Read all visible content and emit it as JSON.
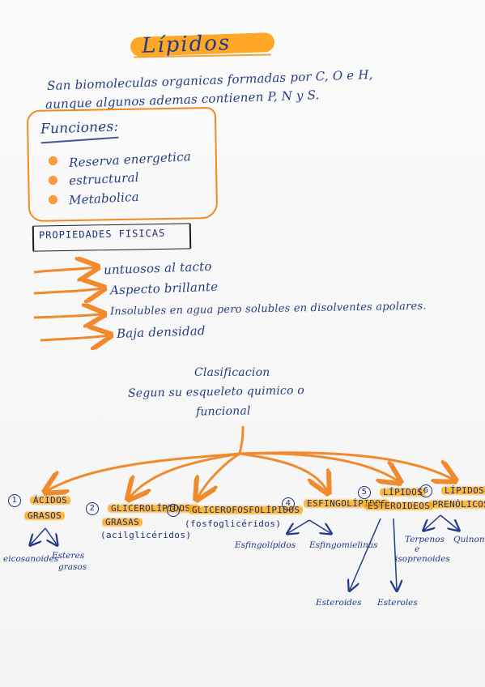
{
  "title": "Lípidos",
  "intro": {
    "line1": "San biomoleculas organicas formadas por C, O e H,",
    "line2": "aunque algunos ademas contienen P, N y S."
  },
  "funciones": {
    "title": "Funciones:",
    "items": [
      "Reserva energetica",
      "estructural",
      "Metabolica"
    ]
  },
  "propiedades": {
    "title": "PROPIEDADES FISICAS",
    "items": [
      "untuosos al tacto",
      "Aspecto brillante",
      "Insolubles en agua pero solubles en disolventes apolares.",
      "Baja densidad"
    ]
  },
  "clasificacion": {
    "title": "Clasificacion",
    "subtitle_line1": "Segun su esqueleto quimico o",
    "subtitle_line2": "funcional"
  },
  "categorias": [
    {
      "num": "1",
      "line1": "ÁCIDOS",
      "line2": "GRASOS"
    },
    {
      "num": "2",
      "line1": "GLICEROLÍPIDOS:",
      "line2": "GRASAS",
      "line3": "(acilglicéridos)"
    },
    {
      "num": "3",
      "line1": "GLICEROFOSFOLÍPIDOS",
      "line2": "(fosfoglicéridos)"
    },
    {
      "num": "4",
      "line1": "ESFINGOLÍPIDOS"
    },
    {
      "num": "5",
      "line1": "LÍPIDOS",
      "line2": "ESTEROIDEOS"
    },
    {
      "num": "6",
      "line1": "LÍPIDOS",
      "line2": "PRENÓLICOS"
    }
  ],
  "subcategorias": {
    "acidos": [
      "eicosanoides",
      "Esteres",
      "grasos"
    ],
    "esfingolipidos": [
      "Esfingolípidos",
      "Esfingomielinas"
    ],
    "esteroideos": [
      "Esteroides",
      "Esteroles"
    ],
    "prenolicos": [
      "Terpenos",
      "e",
      "isoprenoides",
      "Quinonas"
    ]
  },
  "colors": {
    "ink": "#283c86",
    "highlight": "#ff9800",
    "arrow": "#f08a2d"
  }
}
